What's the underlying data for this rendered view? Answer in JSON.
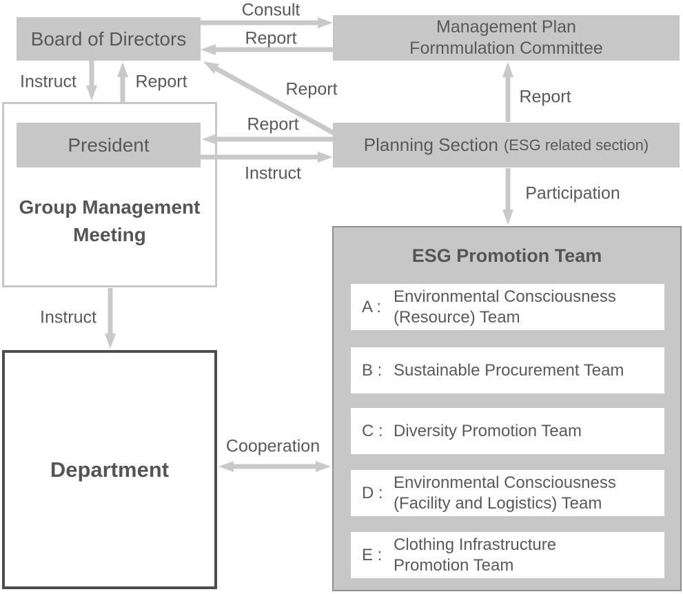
{
  "nodes": {
    "board": "Board of Directors",
    "committee_line1": "Management Plan",
    "committee_line2": "Formmulation Committee",
    "president": "President",
    "group_meeting_line1": "Group Management",
    "group_meeting_line2": "Meeting",
    "planning": "Planning Section",
    "planning_sub": "(ESG related section)",
    "department": "Department",
    "esg_title": "ESG Promotion Team"
  },
  "teams": [
    {
      "prefix": "A :",
      "line1": "Environmental Consciousness",
      "line2": "(Resource) Team"
    },
    {
      "prefix": "B :",
      "line1": "Sustainable Procurement Team",
      "line2": ""
    },
    {
      "prefix": "C :",
      "line1": "Diversity Promotion Team",
      "line2": ""
    },
    {
      "prefix": "D :",
      "line1": "Environmental Consciousness",
      "line2": "(Facility and Logistics) Team"
    },
    {
      "prefix": "E :",
      "line1": "Clothing Infrastructure",
      "line2": "Promotion Team"
    }
  ],
  "edge_labels": {
    "consult": "Consult",
    "report_board_committee": "Report",
    "instruct_board_gmm": "Instruct",
    "report_gmm_board": "Report",
    "report_planning_board": "Report",
    "report_planning_president": "Report",
    "instruct_president_planning": "Instruct",
    "report_planning_committee": "Report",
    "participation": "Participation",
    "instruct_gmm_department": "Instruct",
    "cooperation": "Cooperation"
  },
  "colors": {
    "box_fill": "#c7c7c7",
    "arrow": "#c9c9c9",
    "text": "#595959",
    "esg_border": "#8e8e8e",
    "department_border": "#4d4d4d"
  }
}
